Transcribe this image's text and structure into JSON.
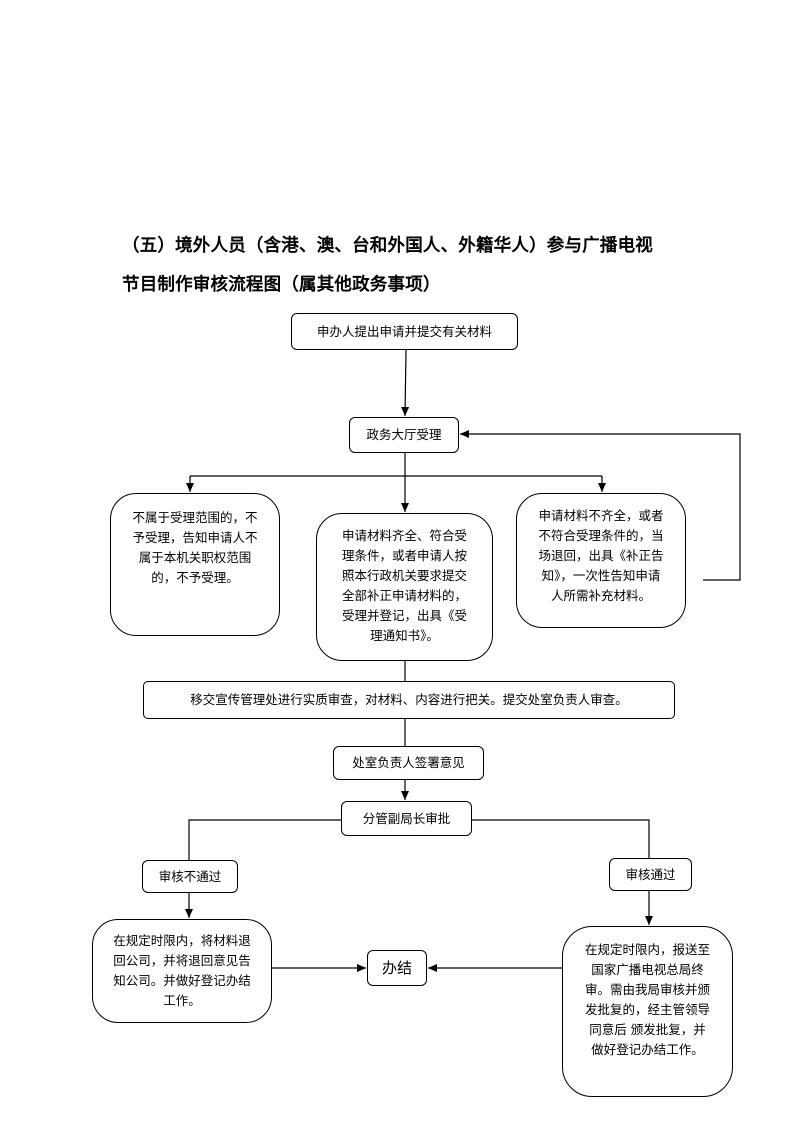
{
  "title": {
    "line1": "（五）境外人员（含港、澳、台和外国人、外籍华人）参与广播电视",
    "line2": "节目制作审核流程图（属其他政务事项）"
  },
  "nodes": {
    "apply": "申办人提出申请并提交有关材料",
    "hall": "政务大厅受理",
    "reject": [
      "不属于受理范围的，不",
      "予受理，告知申请人不",
      "属于本机关职权范围",
      "的，不予受理。"
    ],
    "accept": [
      "申请材料齐全、符合受",
      "理条件，或者申请人按",
      "照本行政机关要求提交",
      "全部补正申请材料的，",
      "受理并登记，出具《受",
      "理通知书》。"
    ],
    "supplement": [
      "申请材料不齐全，或者",
      "不符合受理条件的，当",
      "场退回，出具《补正告",
      "知》，一次性告知申请",
      "人所需补充材料。"
    ],
    "transfer": "移交宣传管理处进行实质审查，对材料、内容进行把关。提交处室负责人审查。",
    "sign": "处室负责人签署意见",
    "deputy": "分管副局长审批",
    "fail": "审核不通过",
    "pass": "审核通过",
    "return_materials": [
      "在规定时限内，将材料退",
      "回公司，并将退回意见告",
      "知公司。并做好登记办结",
      "工作。"
    ],
    "done": "办结",
    "report": [
      "在规定时限内，报送至",
      "国家广播电视总局终",
      "审。需由我局审核并颁",
      "发批复的，经主管领导",
      "同意后 颁发批复，并",
      "做好登记办结工作。"
    ]
  }
}
